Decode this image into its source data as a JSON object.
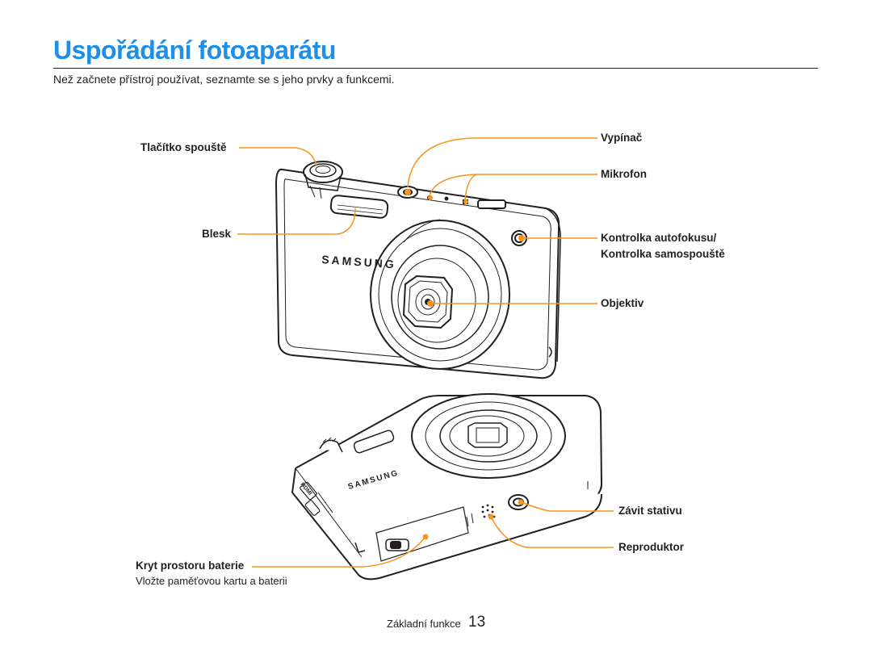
{
  "title": "Uspořádání fotoaparátu",
  "intro": "Než začnete přístroj používat, seznamte se s jeho prvky a funkcemi.",
  "front_labels": {
    "shutter": "Tlačítko spouště",
    "flash": "Blesk",
    "power": "Vypínač",
    "microphone": "Mikrofon",
    "af_lamp_line1": "Kontrolka autofokusu/",
    "af_lamp_line2": "Kontrolka samospouště",
    "lens": "Objektiv"
  },
  "bottom_labels": {
    "tripod": "Závit stativu",
    "speaker": "Reproduktor",
    "battery_cover": "Kryt prostoru baterie",
    "battery_note": "Vložte paměťovou kartu a baterii"
  },
  "camera_branding": "SAMSUNG",
  "port_label": "HDMI",
  "footer": {
    "section": "Základní funkce",
    "page_number": "13"
  },
  "colors": {
    "title": "#1f8ee8",
    "callout": "#f7941d",
    "outline": "#231f20"
  }
}
